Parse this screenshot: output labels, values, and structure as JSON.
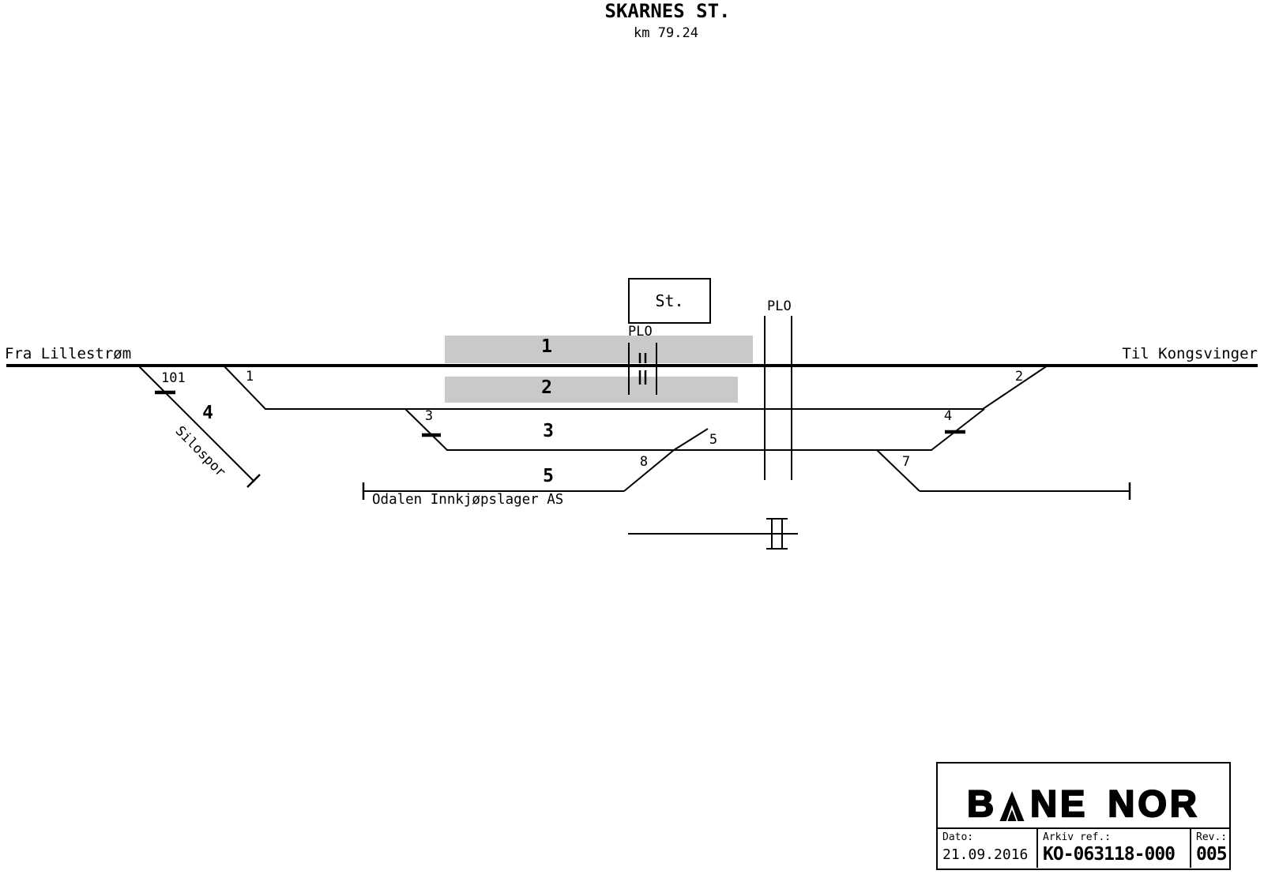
{
  "title": "SKARNES ST.",
  "subtitle": "km 79.24",
  "left_endpoint": "Fra Lillestrøm",
  "right_endpoint": "Til Kongsvinger",
  "station_label": "St.",
  "plo_station": "PLO",
  "plo_crossing": "PLO",
  "platform1": "1",
  "platform2": "2",
  "track3": "3",
  "track5": "5",
  "switch1": "1",
  "switch2": "2",
  "switch3": "3",
  "switch4": "4",
  "switch5": "5",
  "switch7": "7",
  "switch8": "8",
  "signal101": "101",
  "silo_track": "4",
  "silo_name": "Silospor",
  "company": "Odalen Innkjøpslager AS",
  "titleblock": {
    "logo_b": "B",
    "logo_rest": "NE NOR",
    "dato_label": "Dato:",
    "dato_value": "21.09.2016",
    "arkiv_label": "Arkiv ref.:",
    "arkiv_value": "KO-063118-000",
    "rev_label": "Rev.:",
    "rev_value": "005"
  },
  "colors": {
    "line": "#000000",
    "platform": "#c9c9c9",
    "background": "#ffffff"
  }
}
